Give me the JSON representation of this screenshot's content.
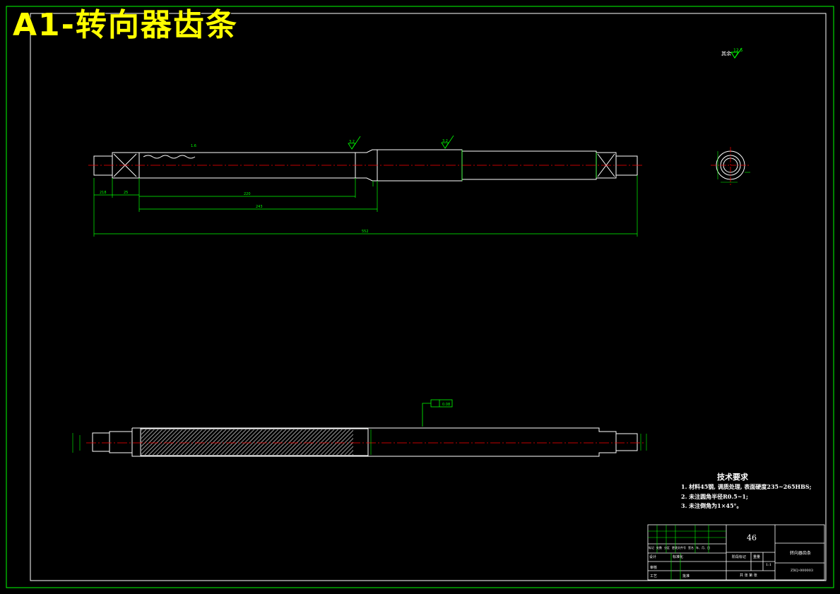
{
  "title": "A1-转向器齿条",
  "surface_finish_note": "其余",
  "surface_finish_value": "12.5",
  "roughness_marks": [
    "3.2",
    "3.2"
  ],
  "dimensions": {
    "d218": "218",
    "d25": "25",
    "d220": "220",
    "d243": "243",
    "d552": "552",
    "module": "1.6",
    "tolerance_frame": "0.08"
  },
  "technical_requirements": {
    "heading": "技术要求",
    "items": [
      "1. 材料45钢, 调质处理, 表面硬度235~265HBS;",
      "2. 未注圆角半径R0.5~1;",
      "3. 未注倒角为1×45°。"
    ]
  },
  "title_block": {
    "material": "46",
    "part_name": "转向器齿条",
    "drawing_no": "ZXQ-000003",
    "scale": "1:1",
    "review": "审核",
    "process": "工艺",
    "approve": "批准",
    "header_row": [
      "标记",
      "处数",
      "分区",
      "更改文件号",
      "签名",
      "年、月、日"
    ],
    "design": "设计",
    "standardize": "标准化",
    "stage_mark": "阶段标记",
    "weight": "重量",
    "sheet": "共 张 第 张"
  },
  "colors": {
    "frame": "#00ff00",
    "outline": "#ffffff",
    "centerline": "#ff0000",
    "dimension": "#00ff00",
    "title": "#ffff00",
    "hatch": "#ffffff"
  }
}
